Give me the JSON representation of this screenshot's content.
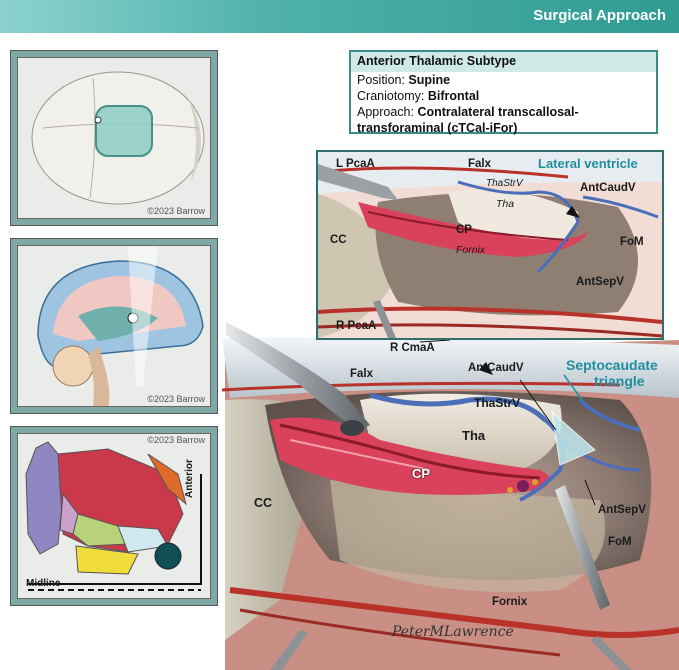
{
  "header": {
    "title": "Surgical Approach",
    "color": "#3aa39c"
  },
  "panels": {
    "skull_copyright": "©2023 Barrow",
    "brain_copyright": "©2023 Barrow",
    "region_copyright": "©2023 Barrow",
    "anterior_label": "Anterior",
    "midline_label": "Midline"
  },
  "info_box": {
    "title": "Anterior Thalamic Subtype",
    "position_label": "Position: ",
    "position_value": "Supine",
    "craniotomy_label": "Craniotomy: ",
    "craniotomy_value": "Bifrontal",
    "approach_label": "Approach: ",
    "approach_value_1": "Contralateral transcallosal-",
    "approach_value_2": "transforaminal (cTCal-iFor)"
  },
  "inset_labels": {
    "l_pcaa": "L PcaA",
    "falx": "Falx",
    "lateral_ventricle": "Lateral ventricle",
    "thastrv": "ThaStrV",
    "tha": "Tha",
    "antcaudv": "AntCaudV",
    "cc": "CC",
    "cp": "CP",
    "fornix": "Fornix",
    "fom": "FoM",
    "antsepv": "AntSepV",
    "r_pcaa": "R PcaA"
  },
  "main_labels": {
    "r_cmaa": "R CmaA",
    "falx": "Falx",
    "antcaudv": "AntCaudV",
    "septocaudate_1": "Septocaudate",
    "septocaudate_2": "triangle",
    "thastrv": "ThaStrV",
    "tha": "Tha",
    "cc": "CC",
    "cp": "CP",
    "antsepv": "AntSepV",
    "fom": "FoM",
    "fornix": "Fornix"
  },
  "signature": "PeterMLawrence",
  "colors": {
    "teal": "#2f9b93",
    "vein": "#4a6fb8",
    "artery": "#b8322a",
    "plexus": "#d9425a"
  }
}
